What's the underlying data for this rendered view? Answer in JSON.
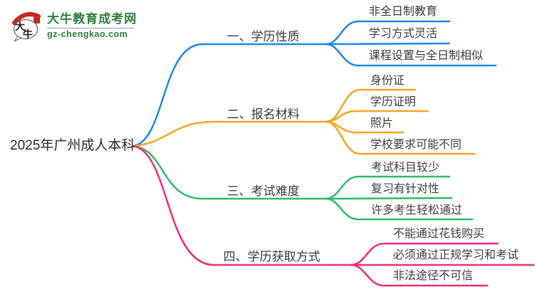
{
  "logo": {
    "icon": "dainiu-speech-bubble-logo",
    "title": "大牛教育成考网",
    "domain": "gz-chengkao.com",
    "color": "#2E7D3C",
    "seal_color": "#C8281E"
  },
  "root": {
    "label": "2025年广州成人本科"
  },
  "branches": [
    {
      "label": "一、学历性质",
      "color": "#1E88E5",
      "children": [
        "非全日制教育",
        "学习方式灵活",
        "课程设置与全日制相似"
      ]
    },
    {
      "label": "二、报名材料",
      "color": "#F5A623",
      "children": [
        "身份证",
        "学历证明",
        "照片",
        "学校要求可能不同"
      ]
    },
    {
      "label": "三、考试难度",
      "color": "#2BBC6C",
      "children": [
        "考试科目较少",
        "复习有针对性",
        "许多考生轻松通过"
      ]
    },
    {
      "label": "四、学历获取方式",
      "color": "#ED2D7F",
      "children": [
        "不能通过花钱购买",
        "必须通过正规学习和考试",
        "非法途径不可信"
      ]
    }
  ]
}
